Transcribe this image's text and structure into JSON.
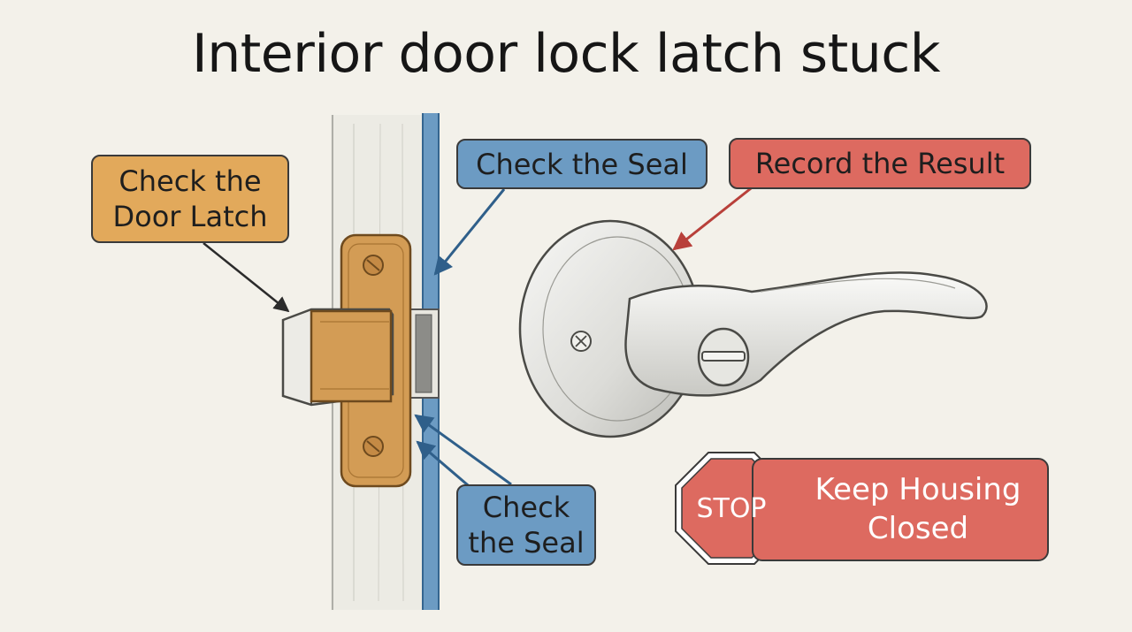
{
  "title": "Interior door lock latch stuck",
  "callouts": {
    "door_latch": "Check the\nDoor Latch",
    "seal_top": "Check the Seal",
    "seal_bottom": "Check\nthe Seal",
    "record": "Record the Result"
  },
  "stop_sign": {
    "label": "STOP",
    "message": "Keep Housing\nClosed"
  },
  "colors": {
    "orange": "#e2a95b",
    "blue": "#6c9bc3",
    "red": "#dd6a60",
    "brass": "#d39c55",
    "background": "#f3f1ea"
  }
}
